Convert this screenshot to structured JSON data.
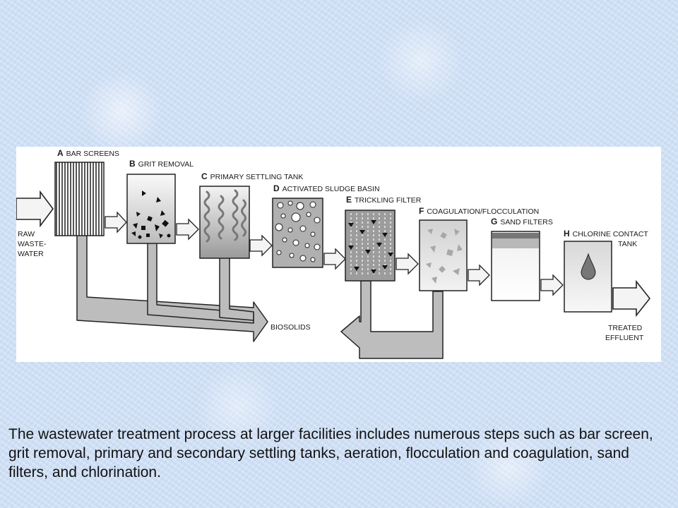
{
  "diagram": {
    "steps": [
      {
        "letter": "A",
        "label": "BAR SCREENS"
      },
      {
        "letter": "B",
        "label": "GRIT REMOVAL"
      },
      {
        "letter": "C",
        "label": "PRIMARY SETTLING TANK"
      },
      {
        "letter": "D",
        "label": "ACTIVATED SLUDGE BASIN"
      },
      {
        "letter": "E",
        "label": "TRICKLING FILTER"
      },
      {
        "letter": "F",
        "label": "COAGULATION/FLOCCULATION"
      },
      {
        "letter": "G",
        "label": "SAND FILTERS"
      },
      {
        "letter": "H",
        "label": "CHLORINE CONTACT",
        "label2": "TANK"
      }
    ],
    "input_label": [
      "RAW",
      "WASTE-",
      "WATER"
    ],
    "output_label": [
      "TREATED",
      "EFFLUENT"
    ],
    "biosolids_label": "BIOSOLIDS"
  },
  "caption": "The wastewater treatment process at larger facilities includes numerous steps such as bar screen, grit removal, primary and secondary settling tanks, aeration, flocculation and coagulation, sand filters, and chlorination."
}
